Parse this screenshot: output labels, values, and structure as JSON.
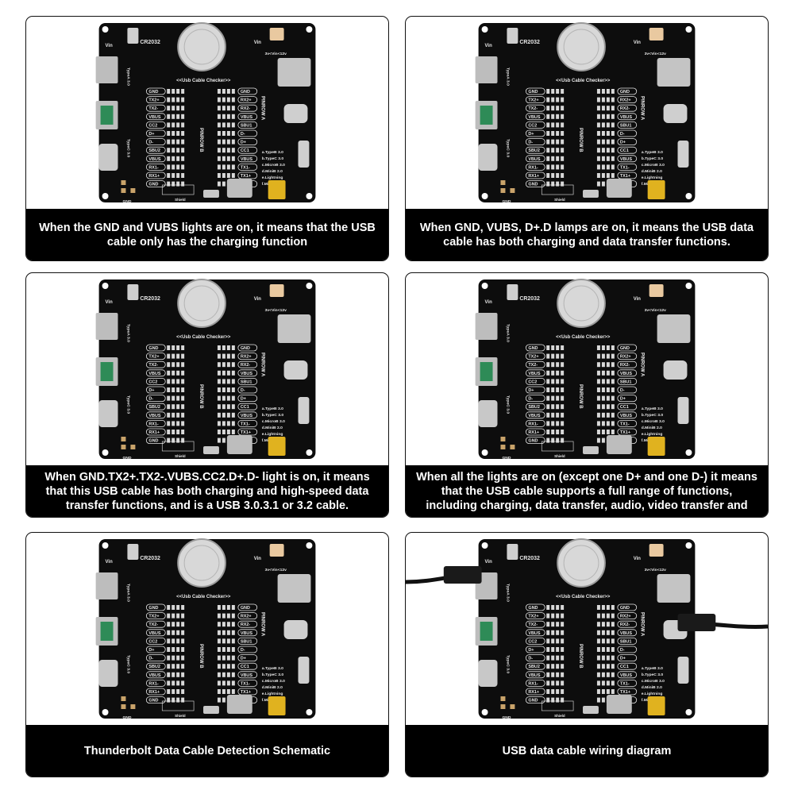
{
  "board": {
    "battery_label": "CR2032",
    "vin_label": "Vin",
    "vin_range": "3v<Vin<12v",
    "title": "<<Usb Cable Checker>>",
    "pin_row_a": "PINROW A",
    "pin_row_b": "PINROW B",
    "typea_label": "TypeA 3.0",
    "typec_label": "TypeC 3.0",
    "gnd_label": "GND",
    "shield_label": "Shield",
    "left_pins": [
      "GND",
      "TX2+",
      "TX2-",
      "VBUS",
      "CC2",
      "D+",
      "D-",
      "SBU2",
      "VBUS",
      "RX1-",
      "RX1+",
      "GND"
    ],
    "right_pins": [
      "GND",
      "RX2+",
      "RX2-",
      "VBUS",
      "SBU1",
      "D-",
      "D+",
      "CC1",
      "VBUS",
      "TX1-",
      "TX1+",
      "GND"
    ],
    "legend": [
      "a.TypeB 3.0",
      "b.TypeC 3.0",
      "c.MicroB 3.0",
      "d.MiniB 2.0",
      "e.Lightning",
      "f.MicroB 2.0"
    ]
  },
  "panels": [
    {
      "caption": "When the GND and VUBS lights are on, it means that the USB cable only has the charging function"
    },
    {
      "caption": "When GND, VUBS, D+.D lamps are on, it means the USB data cable has both charging and data transfer functions."
    },
    {
      "caption": "When GND.TX2+.TX2-.VUBS.CC2.D+.D- light is on, it means that this USB cable has both charging and high-speed data transfer functions, and is a USB 3.0.3.1 or 3.2 cable."
    },
    {
      "caption": "When all the lights are on (except one D+ and one D-) it means that the USB cable supports a full range of functions, including charging, data transfer, audio, video transfer and"
    },
    {
      "caption": "Thunderbolt Data Cable Detection Schematic"
    },
    {
      "caption": "USB data cable wiring diagram"
    }
  ],
  "colors": {
    "board": "#0d0d0d",
    "silkscreen": "#e8e8e8",
    "caption_bg": "#000000",
    "caption_text": "#ffffff"
  }
}
